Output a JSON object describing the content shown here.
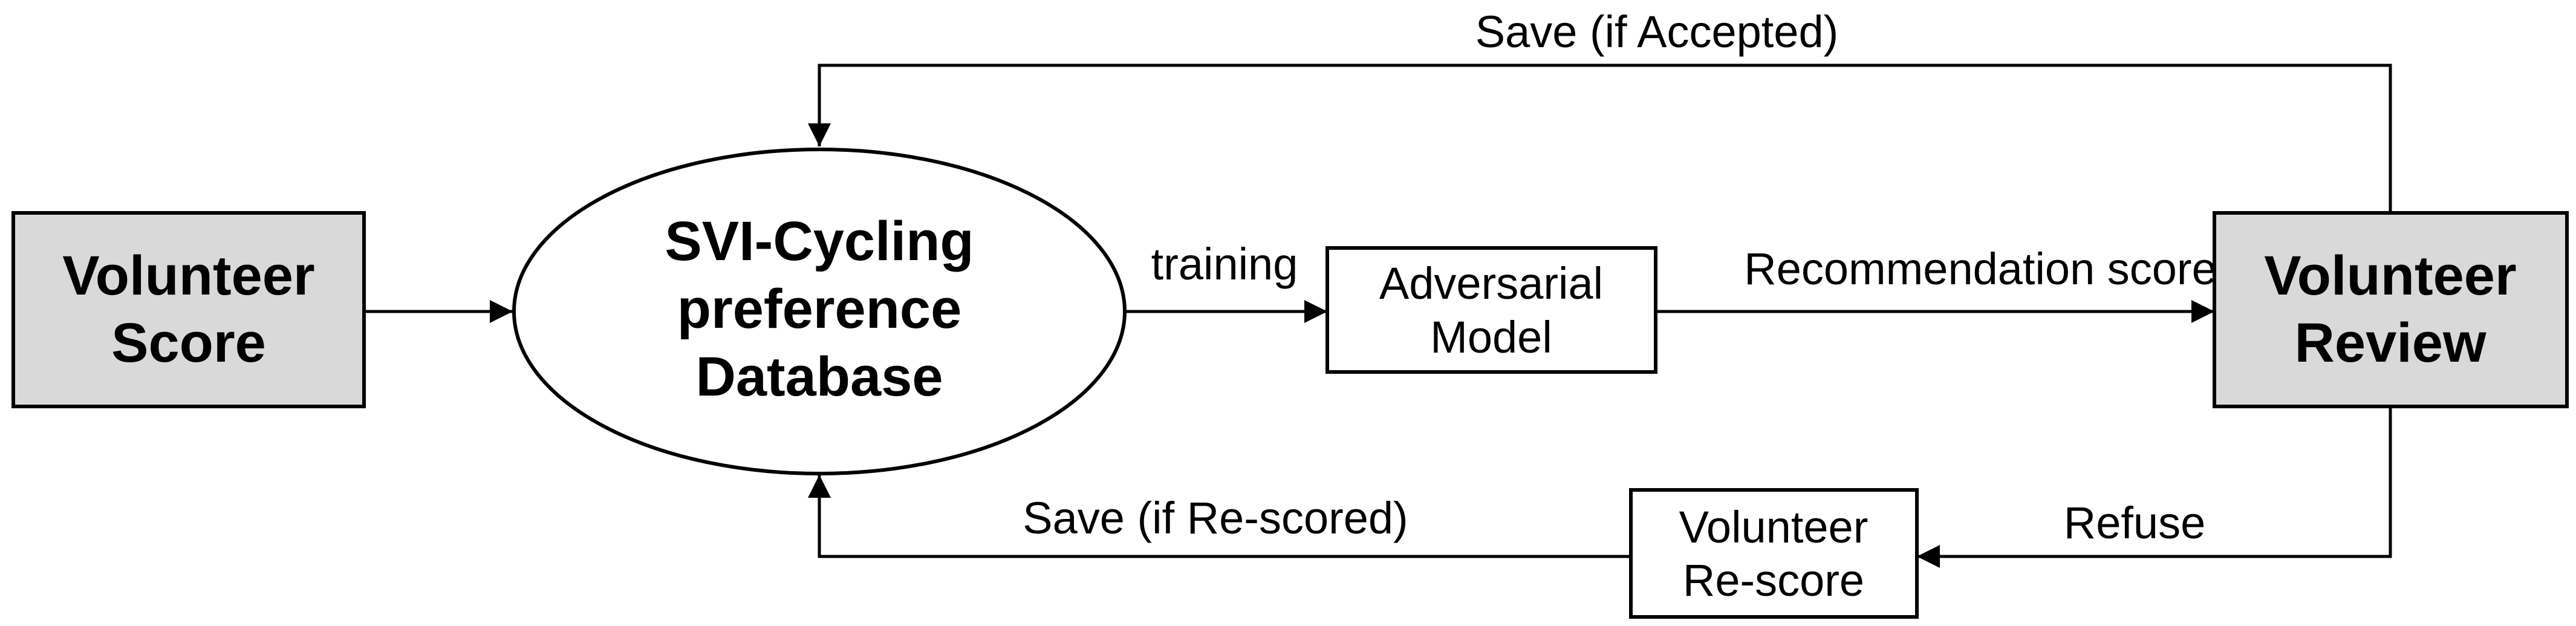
{
  "colors": {
    "gray_box_fill": "#d9d9d9",
    "white_box_fill": "#ffffff",
    "line": "#000000"
  },
  "nodes": {
    "volunteer_score": {
      "line1": "Volunteer",
      "line2": "Score"
    },
    "database": {
      "line1": "SVI-Cycling",
      "line2": "preference",
      "line3": "Database"
    },
    "adversarial_model": {
      "line1": "Adversarial",
      "line2": "Model"
    },
    "volunteer_review": {
      "line1": "Volunteer",
      "line2": "Review"
    },
    "volunteer_rescore": {
      "line1": "Volunteer",
      "line2": "Re-score"
    }
  },
  "edges": {
    "save_if_accepted": "Save (if Accepted)",
    "training": "training",
    "recommendation_score": "Recommendation score",
    "refuse": "Refuse",
    "save_if_rescored": "Save (if Re-scored)"
  }
}
